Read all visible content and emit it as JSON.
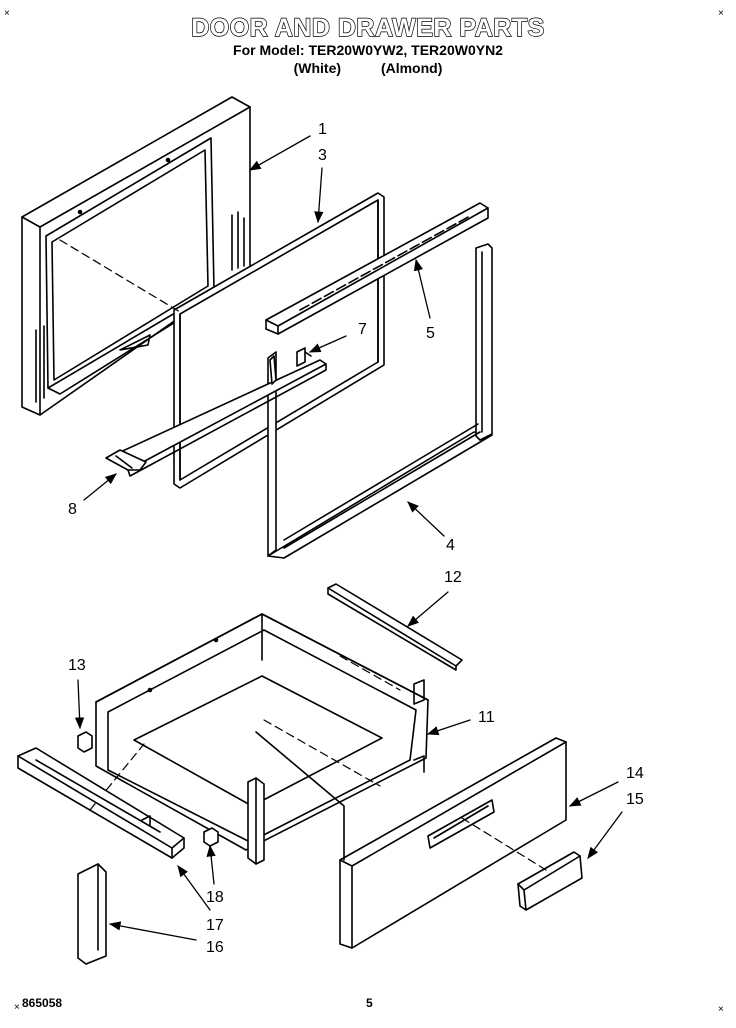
{
  "header": {
    "title": "DOOR AND DRAWER PARTS",
    "model_line": "For Model: TER20W0YW2, TER20W0YN2",
    "variant_white": "(White)",
    "variant_almond": "(Almond)"
  },
  "callouts": {
    "c1": "1",
    "c3": "3",
    "c5": "5",
    "c7": "7",
    "c8": "8",
    "c4": "4",
    "c12": "12",
    "c13": "13",
    "c11": "11",
    "c14": "14",
    "c15": "15",
    "c18": "18",
    "c17": "17",
    "c16": "16"
  },
  "footer": {
    "doc_number": "865058",
    "page_number": "5"
  },
  "marks": {
    "corner": "×"
  }
}
